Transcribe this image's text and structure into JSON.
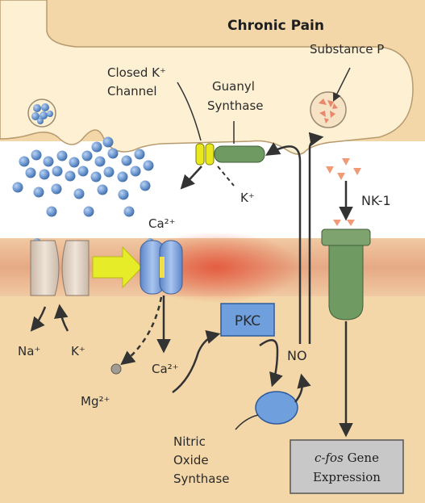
{
  "title": "Chronic Pain",
  "colors": {
    "background": "#f3d7a8",
    "terminal_fill": "#fdf0d3",
    "cleft": "#ffffff",
    "membrane": "#e8b78f",
    "membrane_hot": "#e46b4a",
    "vesicle": "#6b96cf",
    "ca_channel": "#7fa7e0",
    "gate_yellow": "#e8e81a",
    "receptor_green": "#6f9a62",
    "substance_p": "#f0a080",
    "pkc_box": "#6f9fdc",
    "cfos_box": "#c8c8c8"
  },
  "labels": {
    "substance_p": "Substance P",
    "closed_k_line1": "Closed K⁺",
    "closed_k_line2": "Channel",
    "guanyl_line1": "Guanyl",
    "guanyl_line2": "Synthase",
    "k_plus_efflux": "K⁺",
    "nk1": "NK-1",
    "ca_top": "Ca²⁺",
    "ca_bottom": "Ca²⁺",
    "na": "Na⁺",
    "k": "K⁺",
    "mg": "Mg²⁺",
    "pkc": "PKC",
    "no": "NO",
    "nos_line1": "Nitric",
    "nos_line2": "Oxide",
    "nos_line3": "Synthase",
    "cfos_italic": "c-fos",
    "cfos_rest": "Gene",
    "cfos_line2": "Expression"
  }
}
